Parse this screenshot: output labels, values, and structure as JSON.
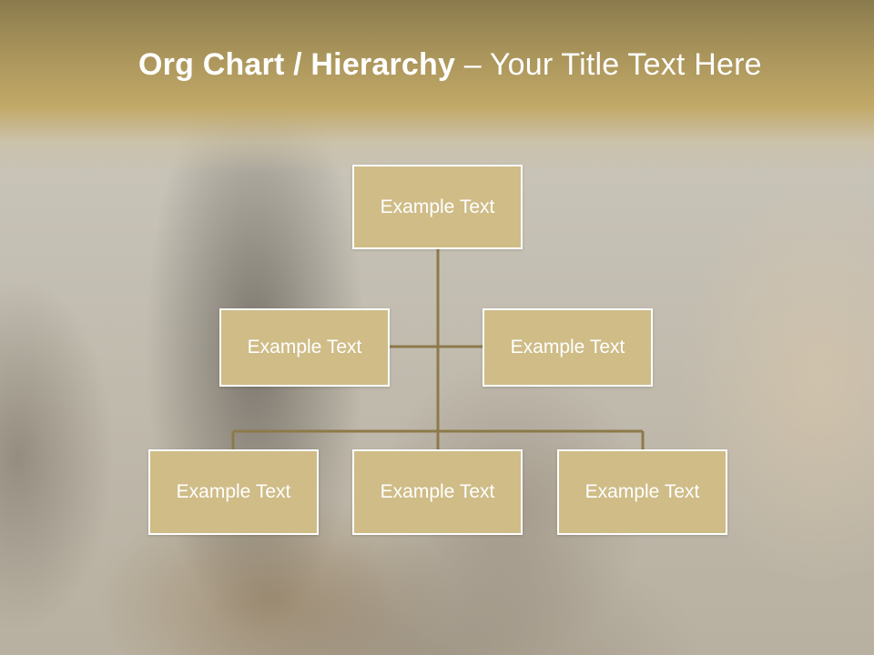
{
  "slide": {
    "title_bold": "Org Chart / Hierarchy",
    "title_dash": " – ",
    "title_light": "Your Title Text Here"
  },
  "org_chart": {
    "root": "Example Text",
    "level2": [
      "Example Text",
      "Example Text"
    ],
    "level3": [
      "Example Text",
      "Example Text",
      "Example Text"
    ]
  },
  "colors": {
    "box_fill": "#cfbc87",
    "box_border": "#ffffff",
    "connector": "#8c7a4a",
    "header": "#c2a968"
  }
}
